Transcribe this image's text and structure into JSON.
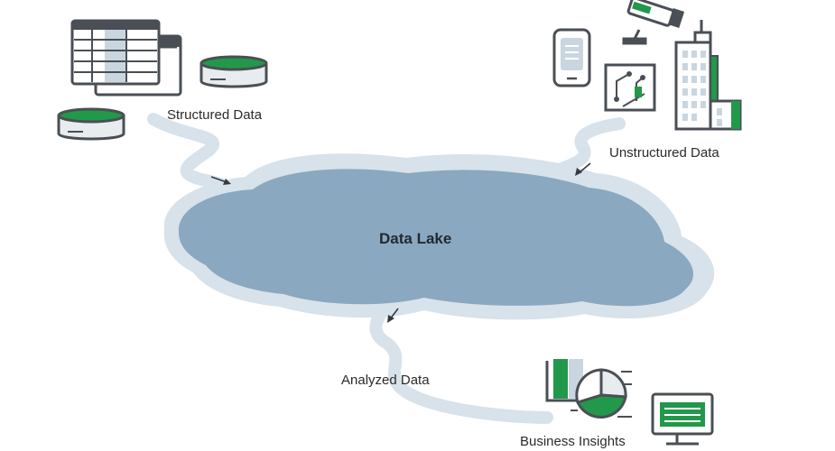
{
  "labels": {
    "structured": "Structured Data",
    "unstructured": "Unstructured Data",
    "lake": "Data Lake",
    "analyzed": "Analyzed Data",
    "insights": "Business Insights"
  },
  "colors": {
    "lake_fill": "#8aa8bf",
    "lake_shore": "#d7e2ea",
    "stream": "#d7e2ea",
    "outline": "#4a4f55",
    "accent_green": "#22984a",
    "light_gray": "#e9ecef",
    "pale_blue": "#c9d6e0",
    "arrow": "#333a40"
  },
  "icons": [
    "spreadsheet-icon",
    "database-icon",
    "smartphone-icon",
    "security-camera-icon",
    "circuit-chip-icon",
    "office-building-icon",
    "bar-chart-icon",
    "pie-chart-icon",
    "monitor-icon"
  ]
}
